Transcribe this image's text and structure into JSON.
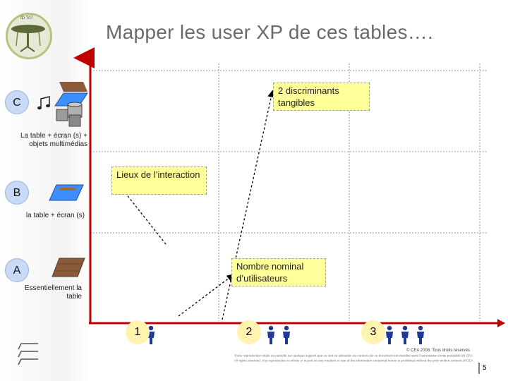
{
  "title": "Mapper les user XP de ces tables….",
  "logo_text": "ID T07",
  "rows": [
    {
      "letter": "C",
      "caption": "La table + écran (s) + objets multimédias"
    },
    {
      "letter": "B",
      "caption": "la table + écran (s)"
    },
    {
      "letter": "A",
      "caption": "Essentiellement la table"
    }
  ],
  "labels": {
    "discriminants": "2 discriminants tangibles",
    "lieux": "Lieux de l’interaction",
    "nombre": "Nombre nominal d’utilisateurs"
  },
  "x_levels": [
    {
      "value": "1",
      "users": 1
    },
    {
      "value": "2",
      "users": 2
    },
    {
      "value": "3",
      "users": 3
    }
  ],
  "footer": {
    "brand": "cea",
    "copyright": "© CEA 2008. Tous droits réservés",
    "line1": "Toute reproduction totale ou partielle sur quelque support que ce soit ou utilisation du contenu de ce document est interdite sans l’autorisation écrite préalable du CEA",
    "line2": "All rights reserved. Any reproduction in whole or in part on any medium or use of the information contained herein is prohibited without the prior written consent of CEA",
    "page": "5"
  },
  "colors": {
    "box_fill": "#ffff99",
    "letter_circle": "#c9daf8",
    "number_circle": "#fff3b0",
    "axis": "#c00000",
    "screen": "#3d8eff"
  }
}
